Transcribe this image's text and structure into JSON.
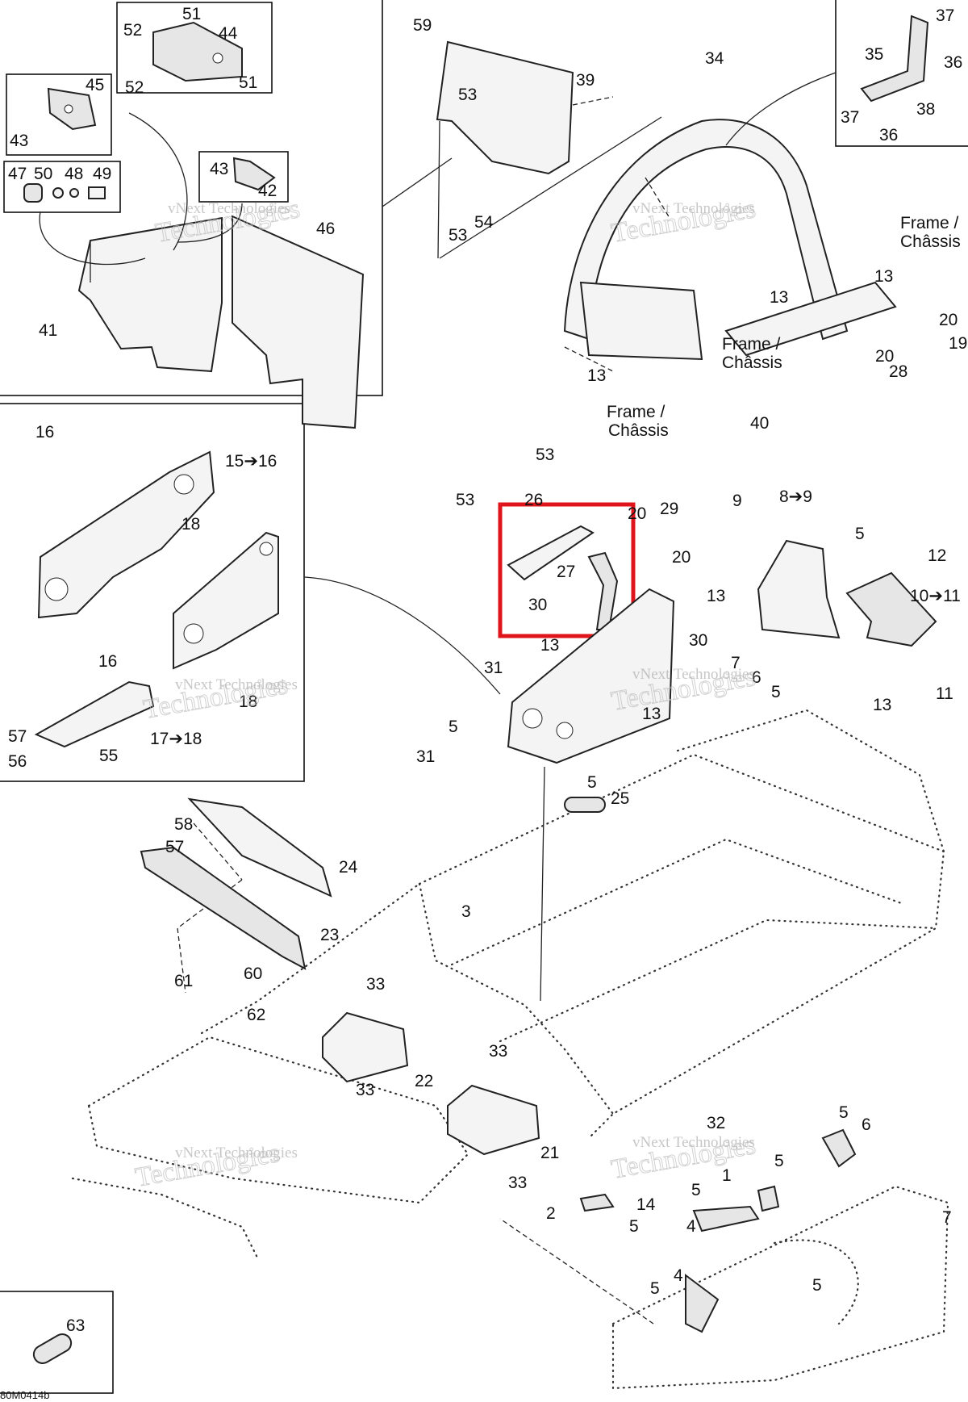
{
  "diagram_code": "80M0414b",
  "watermark": {
    "line1": "vNext Technologies",
    "line2": "Technologies"
  },
  "frame_text": {
    "en": "Frame /",
    "fr": "Châssis"
  },
  "highlight": {
    "color": "#e0151b"
  },
  "labels": {
    "p1": "1",
    "p2": "2",
    "p3": "3",
    "p4a": "4",
    "p4b": "4",
    "p5a": "5",
    "p5b": "5",
    "p5c": "5",
    "p5d": "5",
    "p5e": "5",
    "p5f": "5",
    "p5g": "5",
    "p5h": "5",
    "p5i": "5",
    "p6a": "6",
    "p6b": "6",
    "p7a": "7",
    "p7b": "7",
    "p8": "8➔9",
    "p9": "9",
    "p10": "10➔11",
    "p11": "11",
    "p12": "12",
    "p13a": "13",
    "p13b": "13",
    "p13c": "13",
    "p13d": "13",
    "p13e": "13",
    "p13f": "13",
    "p13g": "13",
    "p14": "14",
    "p15": "15➔16",
    "p16a": "16",
    "p16b": "16",
    "p17": "17➔18",
    "p18a": "18",
    "p18b": "18",
    "p19": "19",
    "p20a": "20",
    "p20b": "20",
    "p20c": "20",
    "p20d": "20",
    "p21": "21",
    "p22": "22",
    "p23": "23",
    "p24": "24",
    "p25": "25",
    "p26": "26",
    "p27": "27",
    "p28": "28",
    "p29": "29",
    "p30a": "30",
    "p30b": "30",
    "p31a": "31",
    "p31b": "31",
    "p32": "32",
    "p33a": "33",
    "p33b": "33",
    "p33c": "33",
    "p33d": "33",
    "p34": "34",
    "p35": "35",
    "p36a": "36",
    "p36b": "36",
    "p37a": "37",
    "p37b": "37",
    "p38": "38",
    "p39": "39",
    "p40": "40",
    "p41": "41",
    "p42": "42",
    "p43a": "43",
    "p43b": "43",
    "p44": "44",
    "p45": "45",
    "p46": "46",
    "p47": "47",
    "p48": "48",
    "p49": "49",
    "p50": "50",
    "p51a": "51",
    "p51b": "51",
    "p52a": "52",
    "p52b": "52",
    "p53a": "53",
    "p53b": "53",
    "p53c": "53",
    "p53d": "53",
    "p54": "54",
    "p55": "55",
    "p56": "56",
    "p57a": "57",
    "p57b": "57",
    "p58": "58",
    "p59": "59",
    "p60": "60",
    "p61": "61",
    "p62": "62",
    "p63": "63"
  }
}
